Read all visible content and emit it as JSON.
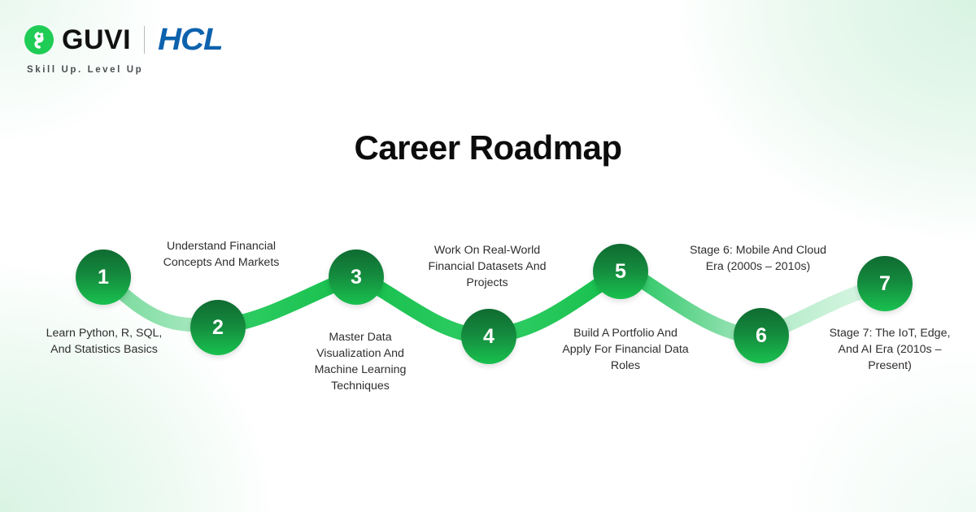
{
  "brand": {
    "guvi_name": "GUVI",
    "partner_name": "HCL",
    "tagline": "Skill Up. Level Up",
    "guvi_green": "#1fcc55",
    "hcl_blue": "#0d62ad"
  },
  "title": "Career Roadmap",
  "roadmap": {
    "node_gradient_from": "#0f6b31",
    "node_gradient_to": "#19c14f",
    "steps": [
      {
        "number": "1",
        "label": "Learn Python, R, SQL, And Statistics Basics",
        "label_position": "below"
      },
      {
        "number": "2",
        "label": "Understand Financial Concepts And Markets",
        "label_position": "above"
      },
      {
        "number": "3",
        "label": "Master Data Visualization And Machine Learning Techniques",
        "label_position": "below"
      },
      {
        "number": "4",
        "label": "Work On Real-World Financial Datasets And Projects",
        "label_position": "above"
      },
      {
        "number": "5",
        "label": "Build A Portfolio And Apply For Financial Data Roles",
        "label_position": "below"
      },
      {
        "number": "6",
        "label": "Stage 6: Mobile And Cloud Era (2000s – 2010s)",
        "label_position": "above"
      },
      {
        "number": "7",
        "label": "Stage 7: The IoT, Edge, And AI Era (2010s – Present)",
        "label_position": "below"
      }
    ]
  }
}
